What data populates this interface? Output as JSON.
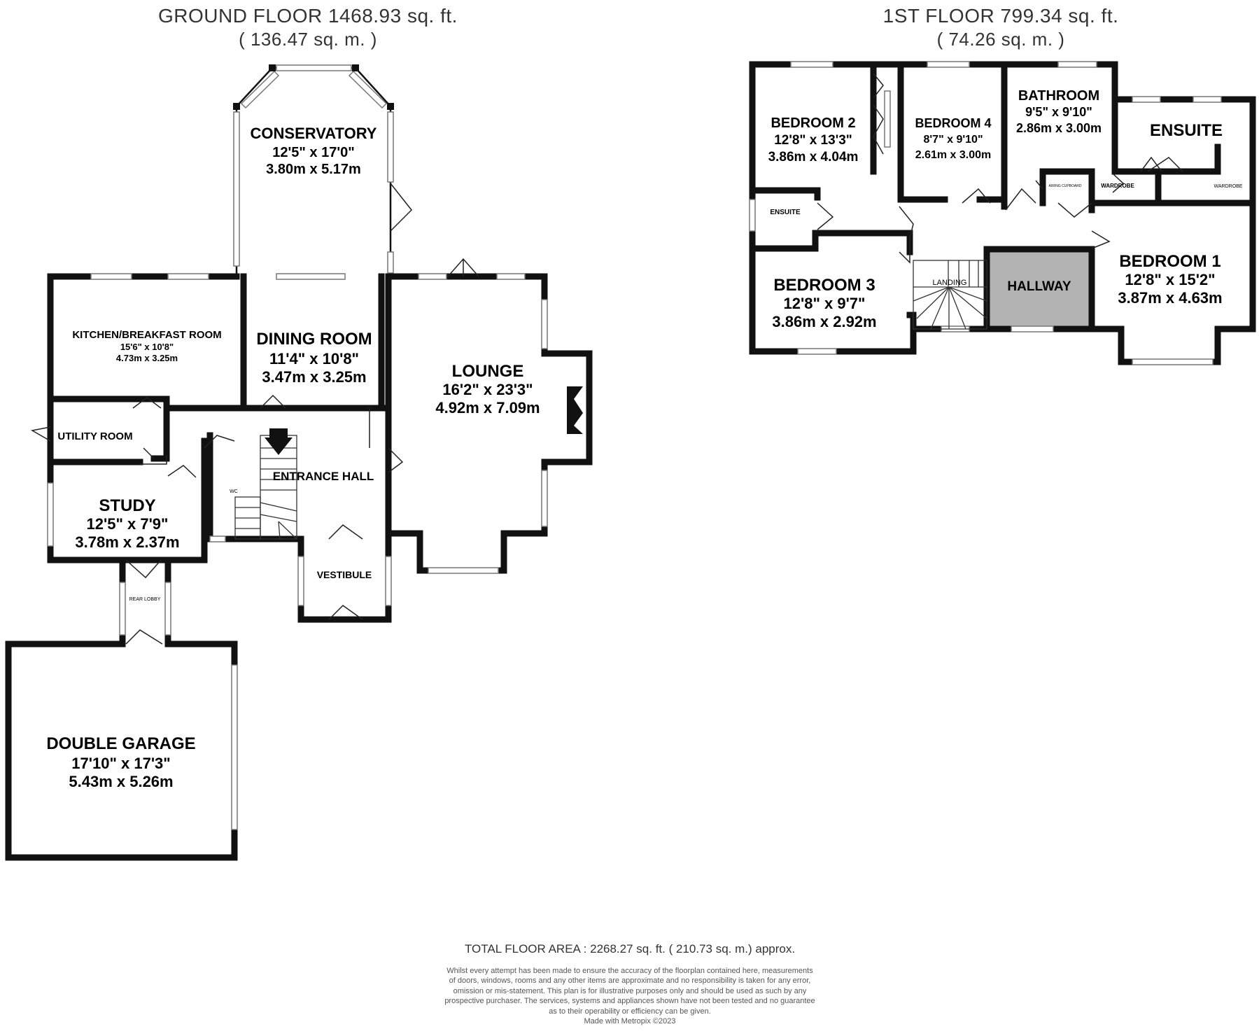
{
  "ground_floor": {
    "title": "GROUND FLOOR 1468.93 sq. ft.",
    "subtitle": "( 136.47 sq. m. )",
    "rooms": {
      "conservatory": {
        "name": "CONSERVATORY",
        "imperial": "12'5\" x 17'0\"",
        "metric": "3.80m x 5.17m"
      },
      "kitchen": {
        "name": "KITCHEN/BREAKFAST ROOM",
        "imperial": "15'6\" x 10'8\"",
        "metric": "4.73m x 3.25m"
      },
      "dining": {
        "name": "DINING ROOM",
        "imperial": "11'4\" x 10'8\"",
        "metric": "3.47m x 3.25m"
      },
      "lounge": {
        "name": "LOUNGE",
        "imperial": "16'2\" x 23'3\"",
        "metric": "4.92m x 7.09m"
      },
      "utility": {
        "name": "UTILITY ROOM"
      },
      "entrance_hall": {
        "name": "ENTRANCE HALL"
      },
      "wc": {
        "name": "WC"
      },
      "study": {
        "name": "STUDY",
        "imperial": "12'5\" x 7'9\"",
        "metric": "3.78m x 2.37m"
      },
      "vestibule": {
        "name": "VESTIBULE"
      },
      "rear_lobby": {
        "name": "REAR LOBBY"
      },
      "garage": {
        "name": "DOUBLE GARAGE",
        "imperial": "17'10\" x 17'3\"",
        "metric": "5.43m x 5.26m"
      }
    }
  },
  "first_floor": {
    "title": "1ST FLOOR 799.34 sq. ft.",
    "subtitle": "( 74.26 sq. m. )",
    "rooms": {
      "bedroom2": {
        "name": "BEDROOM 2",
        "imperial": "12'8\" x 13'3\"",
        "metric": "3.86m x 4.04m"
      },
      "bedroom4": {
        "name": "BEDROOM 4",
        "imperial": "8'7\" x 9'10\"",
        "metric": "2.61m x 3.00m"
      },
      "bathroom": {
        "name": "BATHROOM",
        "imperial": "9'5\" x 9'10\"",
        "metric": "2.86m x 3.00m"
      },
      "ensuite_main": {
        "name": "ENSUITE"
      },
      "ensuite_small": {
        "name": "ENSUITE"
      },
      "airing": {
        "name": "AIRING CUPBOARD"
      },
      "wardrobe1": {
        "name": "WARDROBE"
      },
      "wardrobe2": {
        "name": "WARDROBE"
      },
      "bedroom3": {
        "name": "BEDROOM 3",
        "imperial": "12'8\" x 9'7\"",
        "metric": "3.86m x 2.92m"
      },
      "landing": {
        "name": "LANDING"
      },
      "hallway": {
        "name": "HALLWAY"
      },
      "bedroom1": {
        "name": "BEDROOM 1",
        "imperial": "12'8\" x 15'2\"",
        "metric": "3.87m x 4.63m"
      }
    }
  },
  "footer": {
    "total": "TOTAL FLOOR AREA : 2268.27 sq. ft. ( 210.73 sq. m.) approx.",
    "disclaimer": [
      "Whilst every attempt has been made to ensure the accuracy of the floorplan contained here, measurements",
      "of doors, windows, rooms and any other items are approximate and no responsibility is taken for any error,",
      "omission or mis-statement. This plan is for illustrative purposes only and should be used as such by any",
      "prospective purchaser. The services, systems and appliances shown have not been tested and no guarantee",
      "as to their operability or efficiency can be given.",
      "Made with Metropix ©2023"
    ]
  },
  "colors": {
    "wall": "#111111",
    "hallway_fill": "#b3b3b3",
    "heading_text": "#333333"
  }
}
